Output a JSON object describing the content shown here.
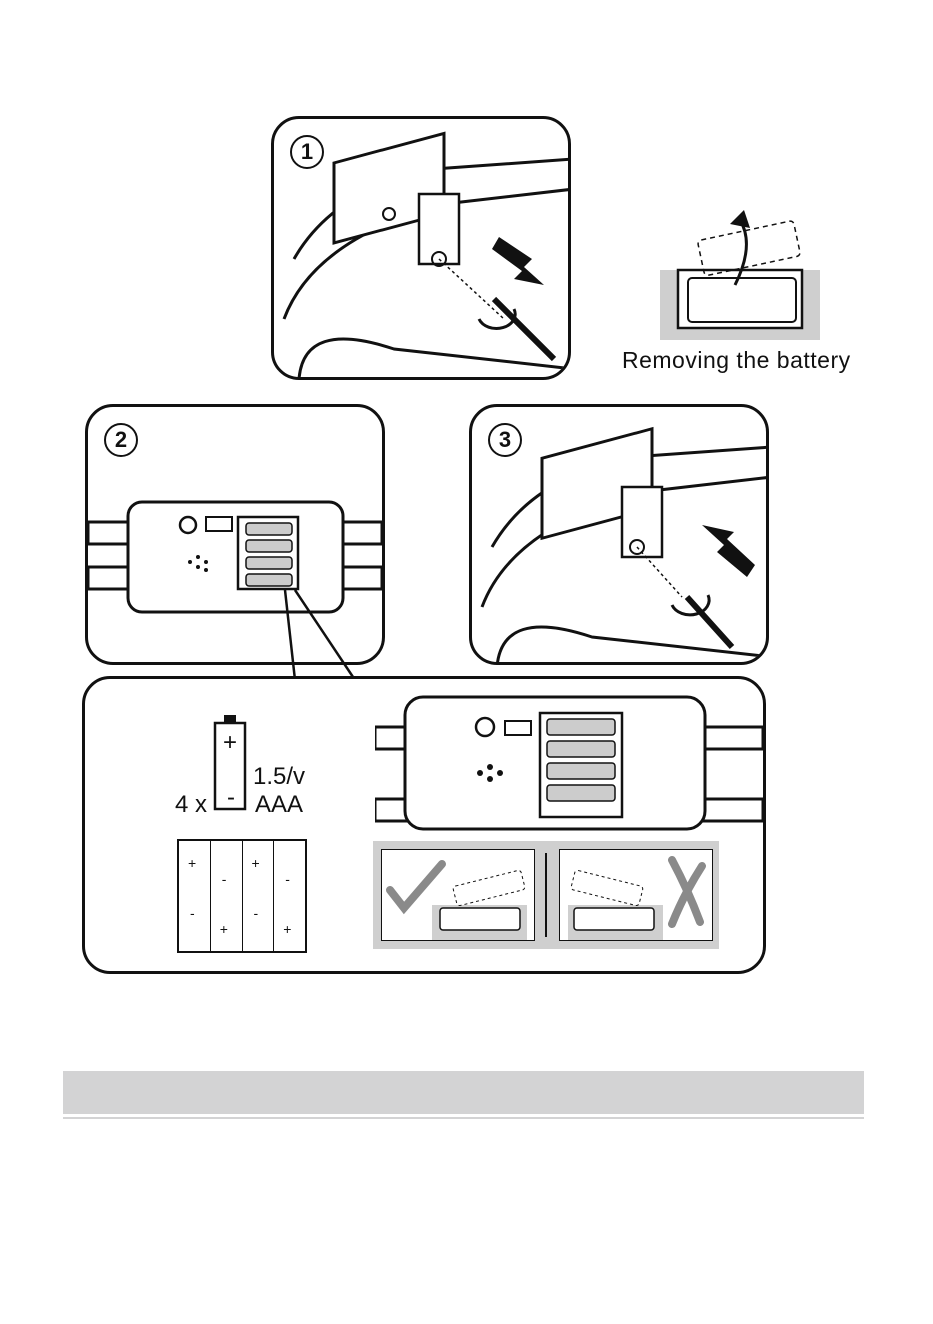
{
  "steps": [
    {
      "number": "1"
    },
    {
      "number": "2"
    },
    {
      "number": "3"
    }
  ],
  "removal_caption": "Removing the battery",
  "battery_spec": {
    "count": "4 x",
    "voltage": "1.5/v",
    "type": "AAA",
    "plus": "+",
    "minus": "-"
  },
  "polarity_grid": {
    "top": [
      "+",
      "-",
      "+",
      "-"
    ],
    "bottom": [
      "-",
      "+",
      "-",
      "+"
    ]
  },
  "colors": {
    "ink": "#111111",
    "band": "#d3d3d4",
    "tray": "#cfcfcf",
    "check": "#8a8a8a"
  }
}
